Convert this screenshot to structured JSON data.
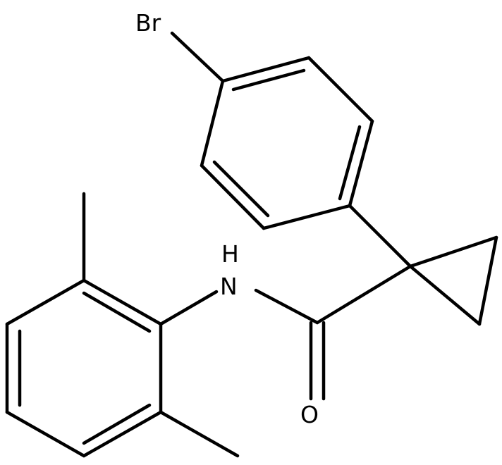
{
  "structure": {
    "atoms": {
      "bromine": "Br",
      "amide_nitrogen": "N",
      "amide_hydrogen": "H",
      "carbonyl_oxygen": "O"
    },
    "colors": {
      "bond": "#000000",
      "label": "#000000",
      "background": "#ffffff"
    }
  }
}
